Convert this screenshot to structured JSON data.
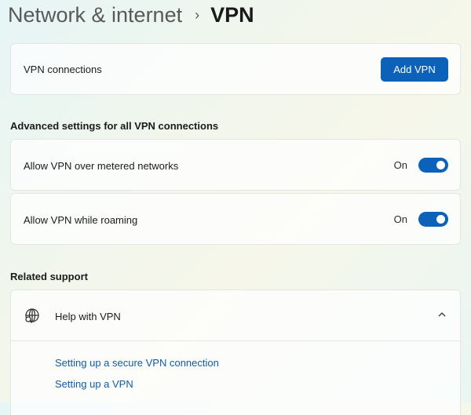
{
  "breadcrumb": {
    "parent": "Network & internet",
    "separator": "›",
    "current": "VPN"
  },
  "vpn_connections": {
    "label": "VPN connections",
    "add_button": "Add VPN"
  },
  "advanced": {
    "heading": "Advanced settings for all VPN connections",
    "settings": [
      {
        "label": "Allow VPN over metered networks",
        "state": "On",
        "enabled": true
      },
      {
        "label": "Allow VPN while roaming",
        "state": "On",
        "enabled": true
      }
    ]
  },
  "related_support": {
    "heading": "Related support",
    "help": {
      "icon": "globe-search-icon",
      "label": "Help with VPN",
      "expanded": true,
      "chevron": "chevron-up-icon",
      "links": [
        "Setting up a secure VPN connection",
        "Setting up a VPN"
      ]
    }
  },
  "colors": {
    "accent": "#0c61b8",
    "link": "#0c5cad"
  }
}
